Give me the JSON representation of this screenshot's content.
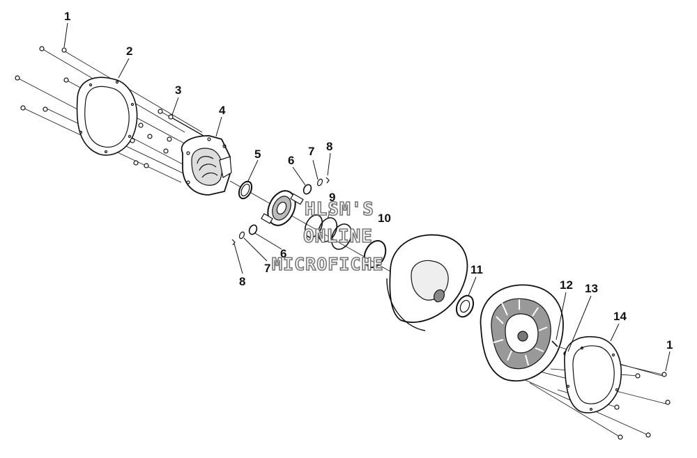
{
  "callouts": {
    "c1a": "1",
    "c2": "2",
    "c3": "3",
    "c4": "4",
    "c5": "5",
    "c6a": "6",
    "c7a": "7",
    "c8a": "8",
    "c9": "9",
    "c10": "10",
    "c6b": "6",
    "c7b": "7",
    "c8b": "8",
    "c11": "11",
    "c12": "12",
    "c13": "13",
    "c14": "14",
    "c1b": "1"
  },
  "watermark": {
    "line1": "HLSM'S",
    "line2": "ONLINE",
    "line3": "MICROFICHE"
  },
  "colors": {
    "ink": "#111111",
    "watermark_outline": "#777777"
  }
}
